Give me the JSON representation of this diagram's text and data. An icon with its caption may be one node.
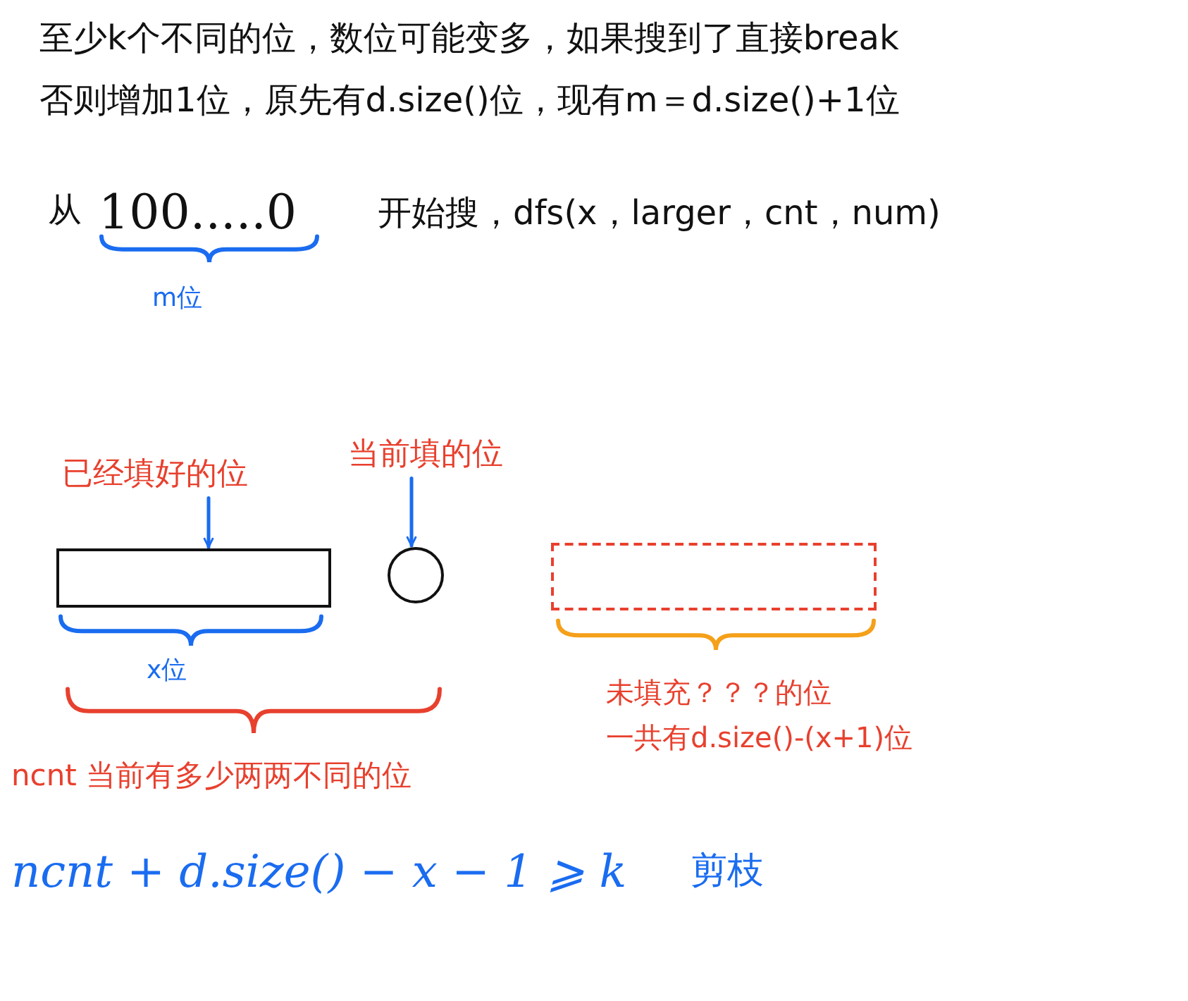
{
  "diagram": {
    "nodes": [
      {
        "text": [
          "已经填好的位"
        ]
      },
      {
        "text": [],
        "shape": "box"
      },
      {
        "text": [
          "当前填的位"
        ]
      },
      {
        "text": [],
        "shape": "circle"
      },
      {
        "text": [],
        "shape": "box"
      }
    ],
    "edges": [
      {
        "from": 0,
        "to": 1,
        "arrow": "to"
      },
      {
        "from": 2,
        "to": 3,
        "arrow": "to"
      }
    ],
    "labels": [
      "至少k个不同的位，数位可能变多，如果搜到了直接break",
      "否则增加1位，原先有d.size()位，现有m＝d.size()+1位",
      "从",
      "100.....0",
      "开始搜，dfs(x，larger，cnt，num)",
      "m位",
      "x位",
      "未填充？？？的位",
      "一共有d.size()-(x+1)位",
      "ncnt 当前有多少两两不同的位",
      "ncnt + d.size() − x − 1 ⩾ k",
      "剪枝"
    ]
  }
}
